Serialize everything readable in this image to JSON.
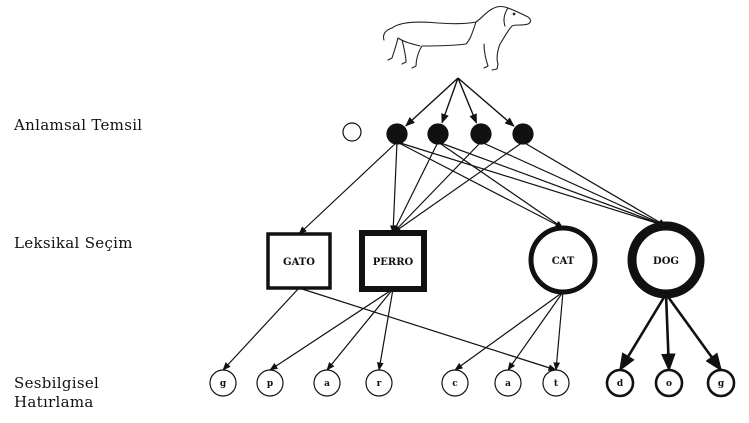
{
  "levels": {
    "semantic": "Anlamsal Temsil",
    "lexical": "Leksikal Seçim",
    "phonological_line1": "Sesbilgisel",
    "phonological_line2": "Hatırlama"
  },
  "picture": {
    "icon": "dog-icon"
  },
  "lexical_nodes": [
    {
      "id": "gato",
      "label": "GATO",
      "shape": "square"
    },
    {
      "id": "perro",
      "label": "PERRO",
      "shape": "square",
      "bold": true
    },
    {
      "id": "cat",
      "label": "CAT",
      "shape": "circle"
    },
    {
      "id": "dog",
      "label": "DOG",
      "shape": "circle",
      "bold": true
    }
  ],
  "phonemes": [
    {
      "id": "g1",
      "label": "g"
    },
    {
      "id": "p",
      "label": "p"
    },
    {
      "id": "a1",
      "label": "a"
    },
    {
      "id": "r",
      "label": "r"
    },
    {
      "id": "c",
      "label": "c"
    },
    {
      "id": "a2",
      "label": "a"
    },
    {
      "id": "t",
      "label": "t"
    },
    {
      "id": "d",
      "label": "d"
    },
    {
      "id": "o",
      "label": "o"
    },
    {
      "id": "g2",
      "label": "g"
    }
  ],
  "colors": {
    "ink": "#111111",
    "background": "#ffffff"
  }
}
